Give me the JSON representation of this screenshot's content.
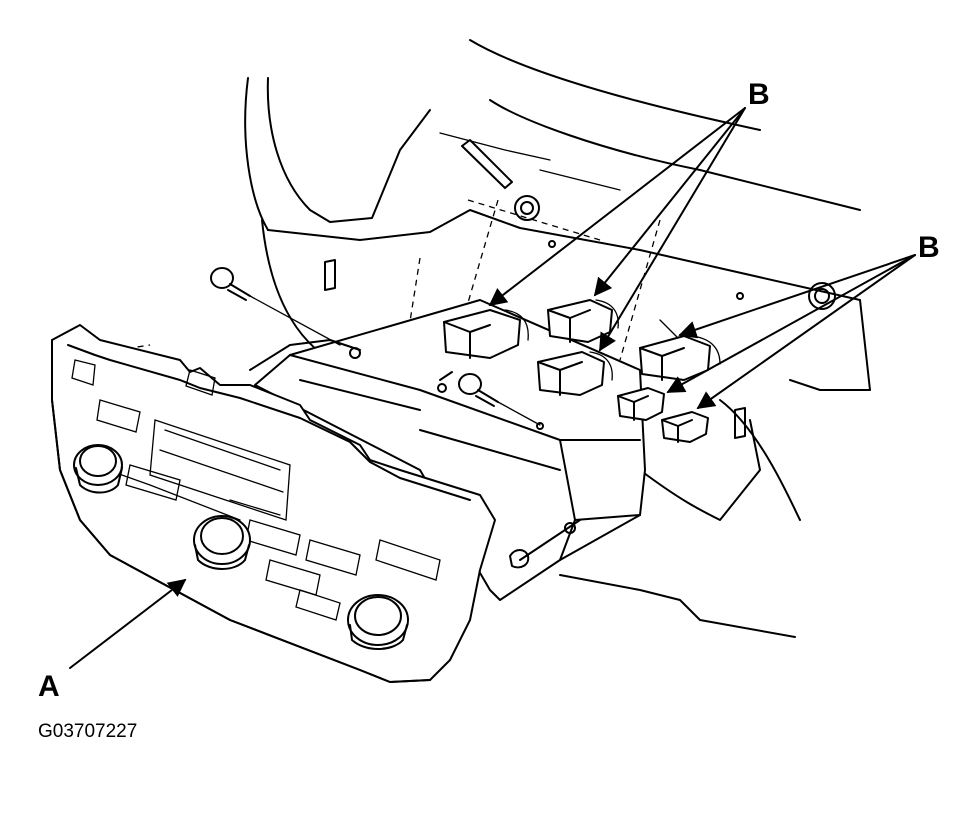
{
  "labels": {
    "part_a": "A",
    "part_b_top": "B",
    "part_b_right": "B"
  },
  "figure_code": "G03707227"
}
